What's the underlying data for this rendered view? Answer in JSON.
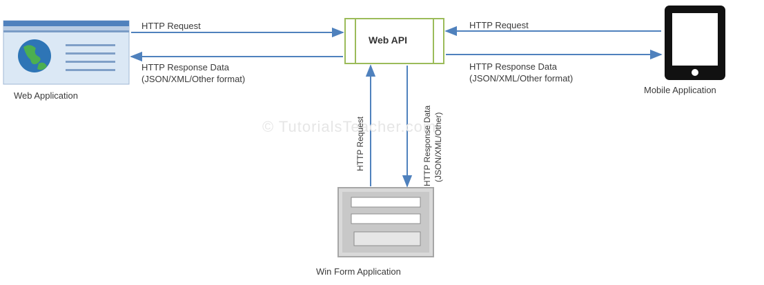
{
  "nodes": {
    "web_api": "Web API",
    "web_app": "Web Application",
    "mobile_app": "Mobile Application",
    "winform_app": "Win Form Application"
  },
  "edges": {
    "web_request": "HTTP Request",
    "web_response_line1": "HTTP Response Data",
    "web_response_line2": "(JSON/XML/Other format)",
    "mobile_request": "HTTP Request",
    "mobile_response_line1": "HTTP Response Data",
    "mobile_response_line2": "(JSON/XML/Other format)",
    "winform_request": "HTTP Request",
    "winform_response_line1": "HTTP Response Data",
    "winform_response_line2": "(JSON/XML/Other)"
  },
  "watermark": "© TutorialsTeacher.com",
  "colors": {
    "arrow": "#4f81bd",
    "api_border": "#9bbb59",
    "browser_bar": "#4f81bd",
    "form_frame": "#bfbfbf"
  }
}
